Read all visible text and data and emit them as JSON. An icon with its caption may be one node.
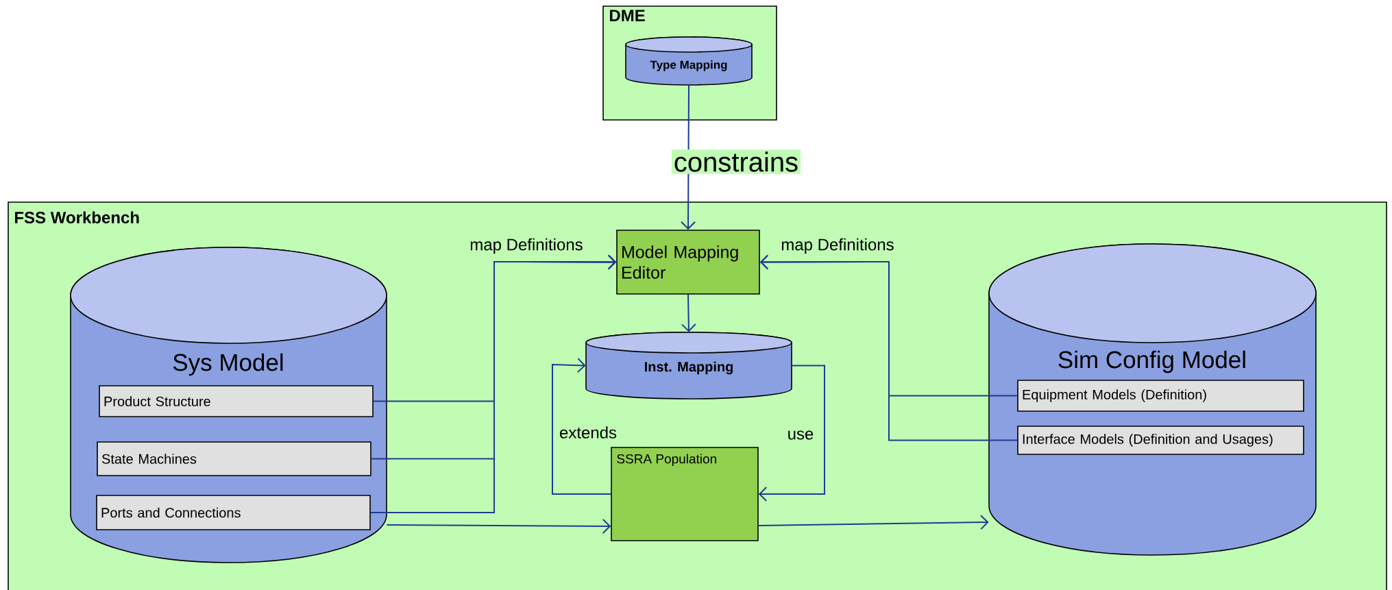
{
  "diagram": {
    "nodes": [
      {
        "text": [
          "DME"
        ]
      },
      {
        "text": [
          "Type Mapping"
        ],
        "in": 0
      },
      {
        "text": [
          "FSS Workbench"
        ]
      },
      {
        "text": [
          "Model Mapping Editor"
        ],
        "in": 2
      },
      {
        "text": [
          "Sys Model"
        ],
        "in": 2
      },
      {
        "text": [
          "Product Structure"
        ],
        "in": 4
      },
      {
        "text": [
          "State Machines"
        ],
        "in": 4
      },
      {
        "text": [
          "Ports and Connections"
        ],
        "in": 4
      },
      {
        "text": [
          "Inst. Mapping"
        ],
        "in": 2
      },
      {
        "text": [
          "SSRA Population"
        ],
        "in": 2
      },
      {
        "text": [
          "Sim Config Model"
        ],
        "in": 2
      },
      {
        "text": [
          "Equipment Models (Definition)"
        ],
        "in": 10
      },
      {
        "text": [
          "Interface Models  (Definition and Usages)"
        ],
        "in": 10
      }
    ],
    "edges": [
      {
        "from": 1,
        "to": 3,
        "arrow": "to",
        "label": "constrains"
      },
      {
        "from": 5,
        "to": 3,
        "arrow": "to",
        "label": "map Definitions"
      },
      {
        "from": 6,
        "to": 3,
        "arrow": "to"
      },
      {
        "from": 7,
        "to": 3,
        "arrow": "to"
      },
      {
        "from": 11,
        "to": 3,
        "arrow": "to",
        "label": "map Definitions"
      },
      {
        "from": 12,
        "to": 3,
        "arrow": "to"
      },
      {
        "from": 3,
        "to": 8,
        "arrow": "to"
      },
      {
        "from": 9,
        "to": 8,
        "arrow": "to",
        "label": "extends"
      },
      {
        "from": 8,
        "to": 9,
        "arrow": "to",
        "label": "use"
      },
      {
        "from": 4,
        "to": 9,
        "arrow": "to"
      },
      {
        "from": 9,
        "to": 10,
        "arrow": "to"
      }
    ]
  }
}
